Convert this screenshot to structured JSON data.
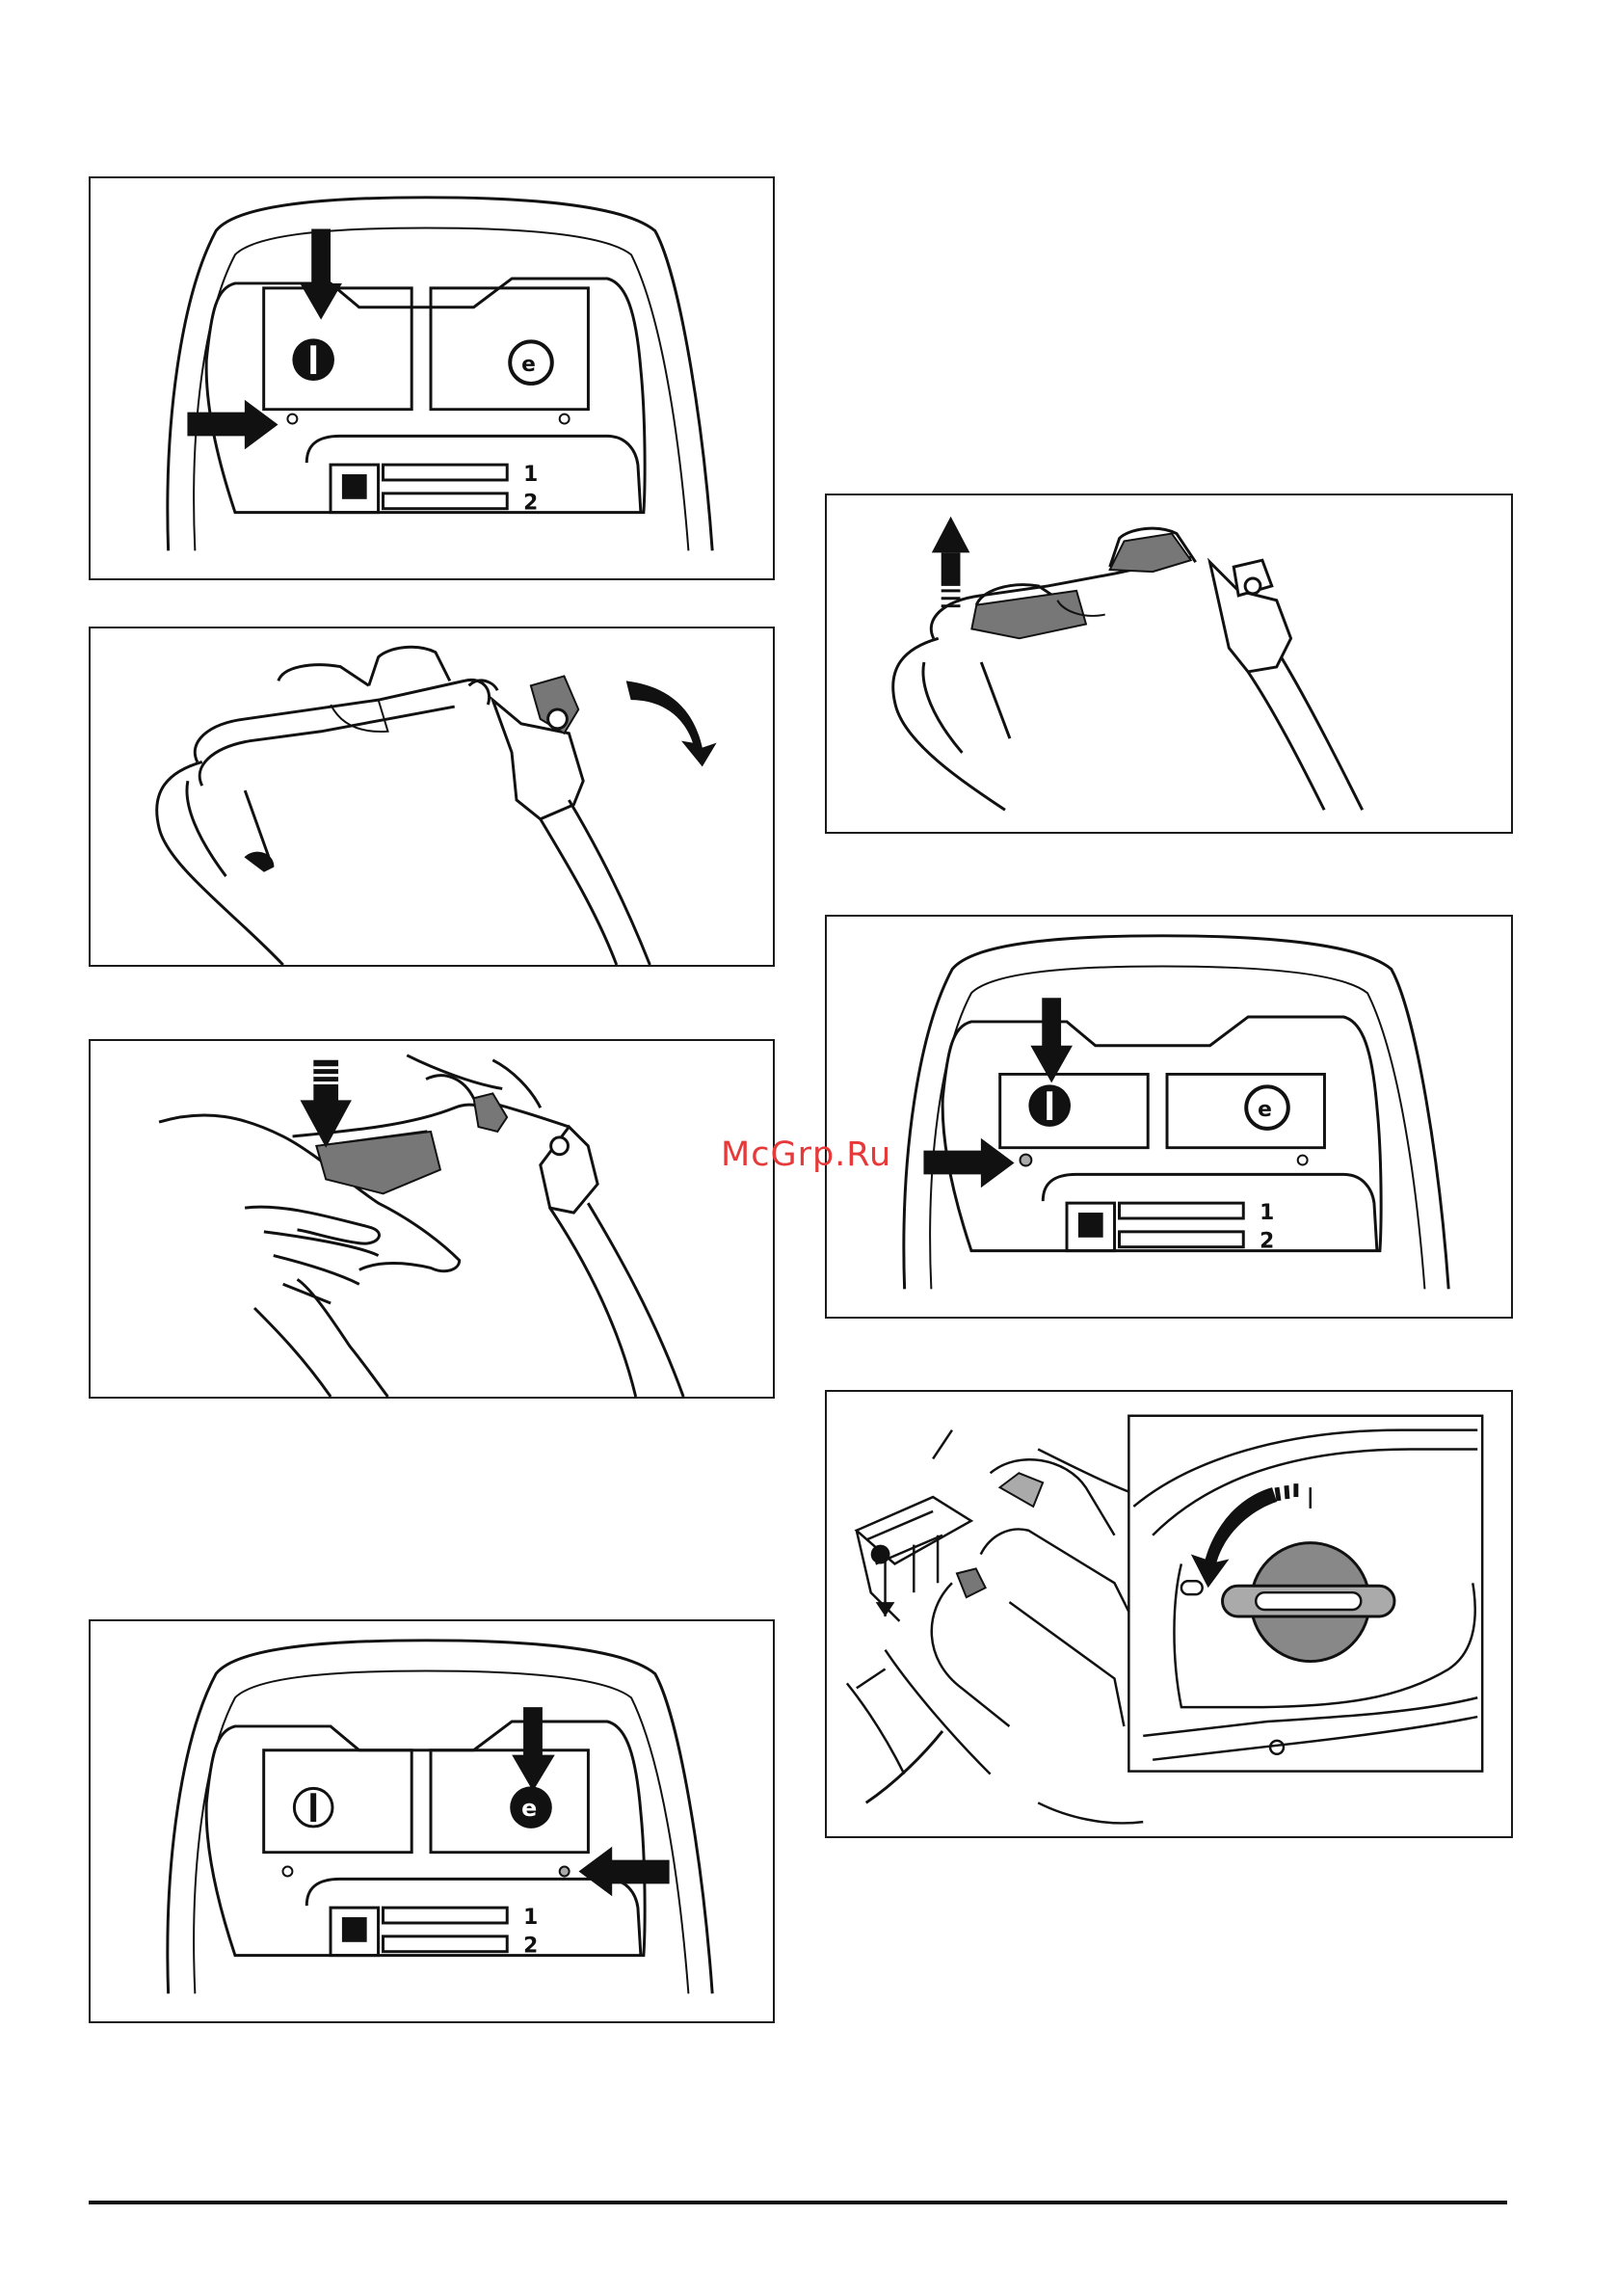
{
  "watermark": {
    "text": "McGrp.Ru",
    "color": "#e63939"
  },
  "panel_labels": {
    "row1": "1",
    "row2": "2"
  },
  "figures": [
    {
      "id": "fig-1",
      "icon": "control-panel-power-knob-pressed-icon"
    },
    {
      "id": "fig-2",
      "icon": "handle-lever-rotate-icon"
    },
    {
      "id": "fig-3",
      "icon": "hand-press-handle-icon"
    },
    {
      "id": "fig-4",
      "icon": "control-panel-eco-button-pressed-icon"
    },
    {
      "id": "fig-5",
      "icon": "handle-lift-up-icon"
    },
    {
      "id": "fig-6",
      "icon": "control-panel-power-knob-pressed-icon"
    },
    {
      "id": "fig-7",
      "icon": "battery-cover-knob-turn-icon"
    }
  ]
}
